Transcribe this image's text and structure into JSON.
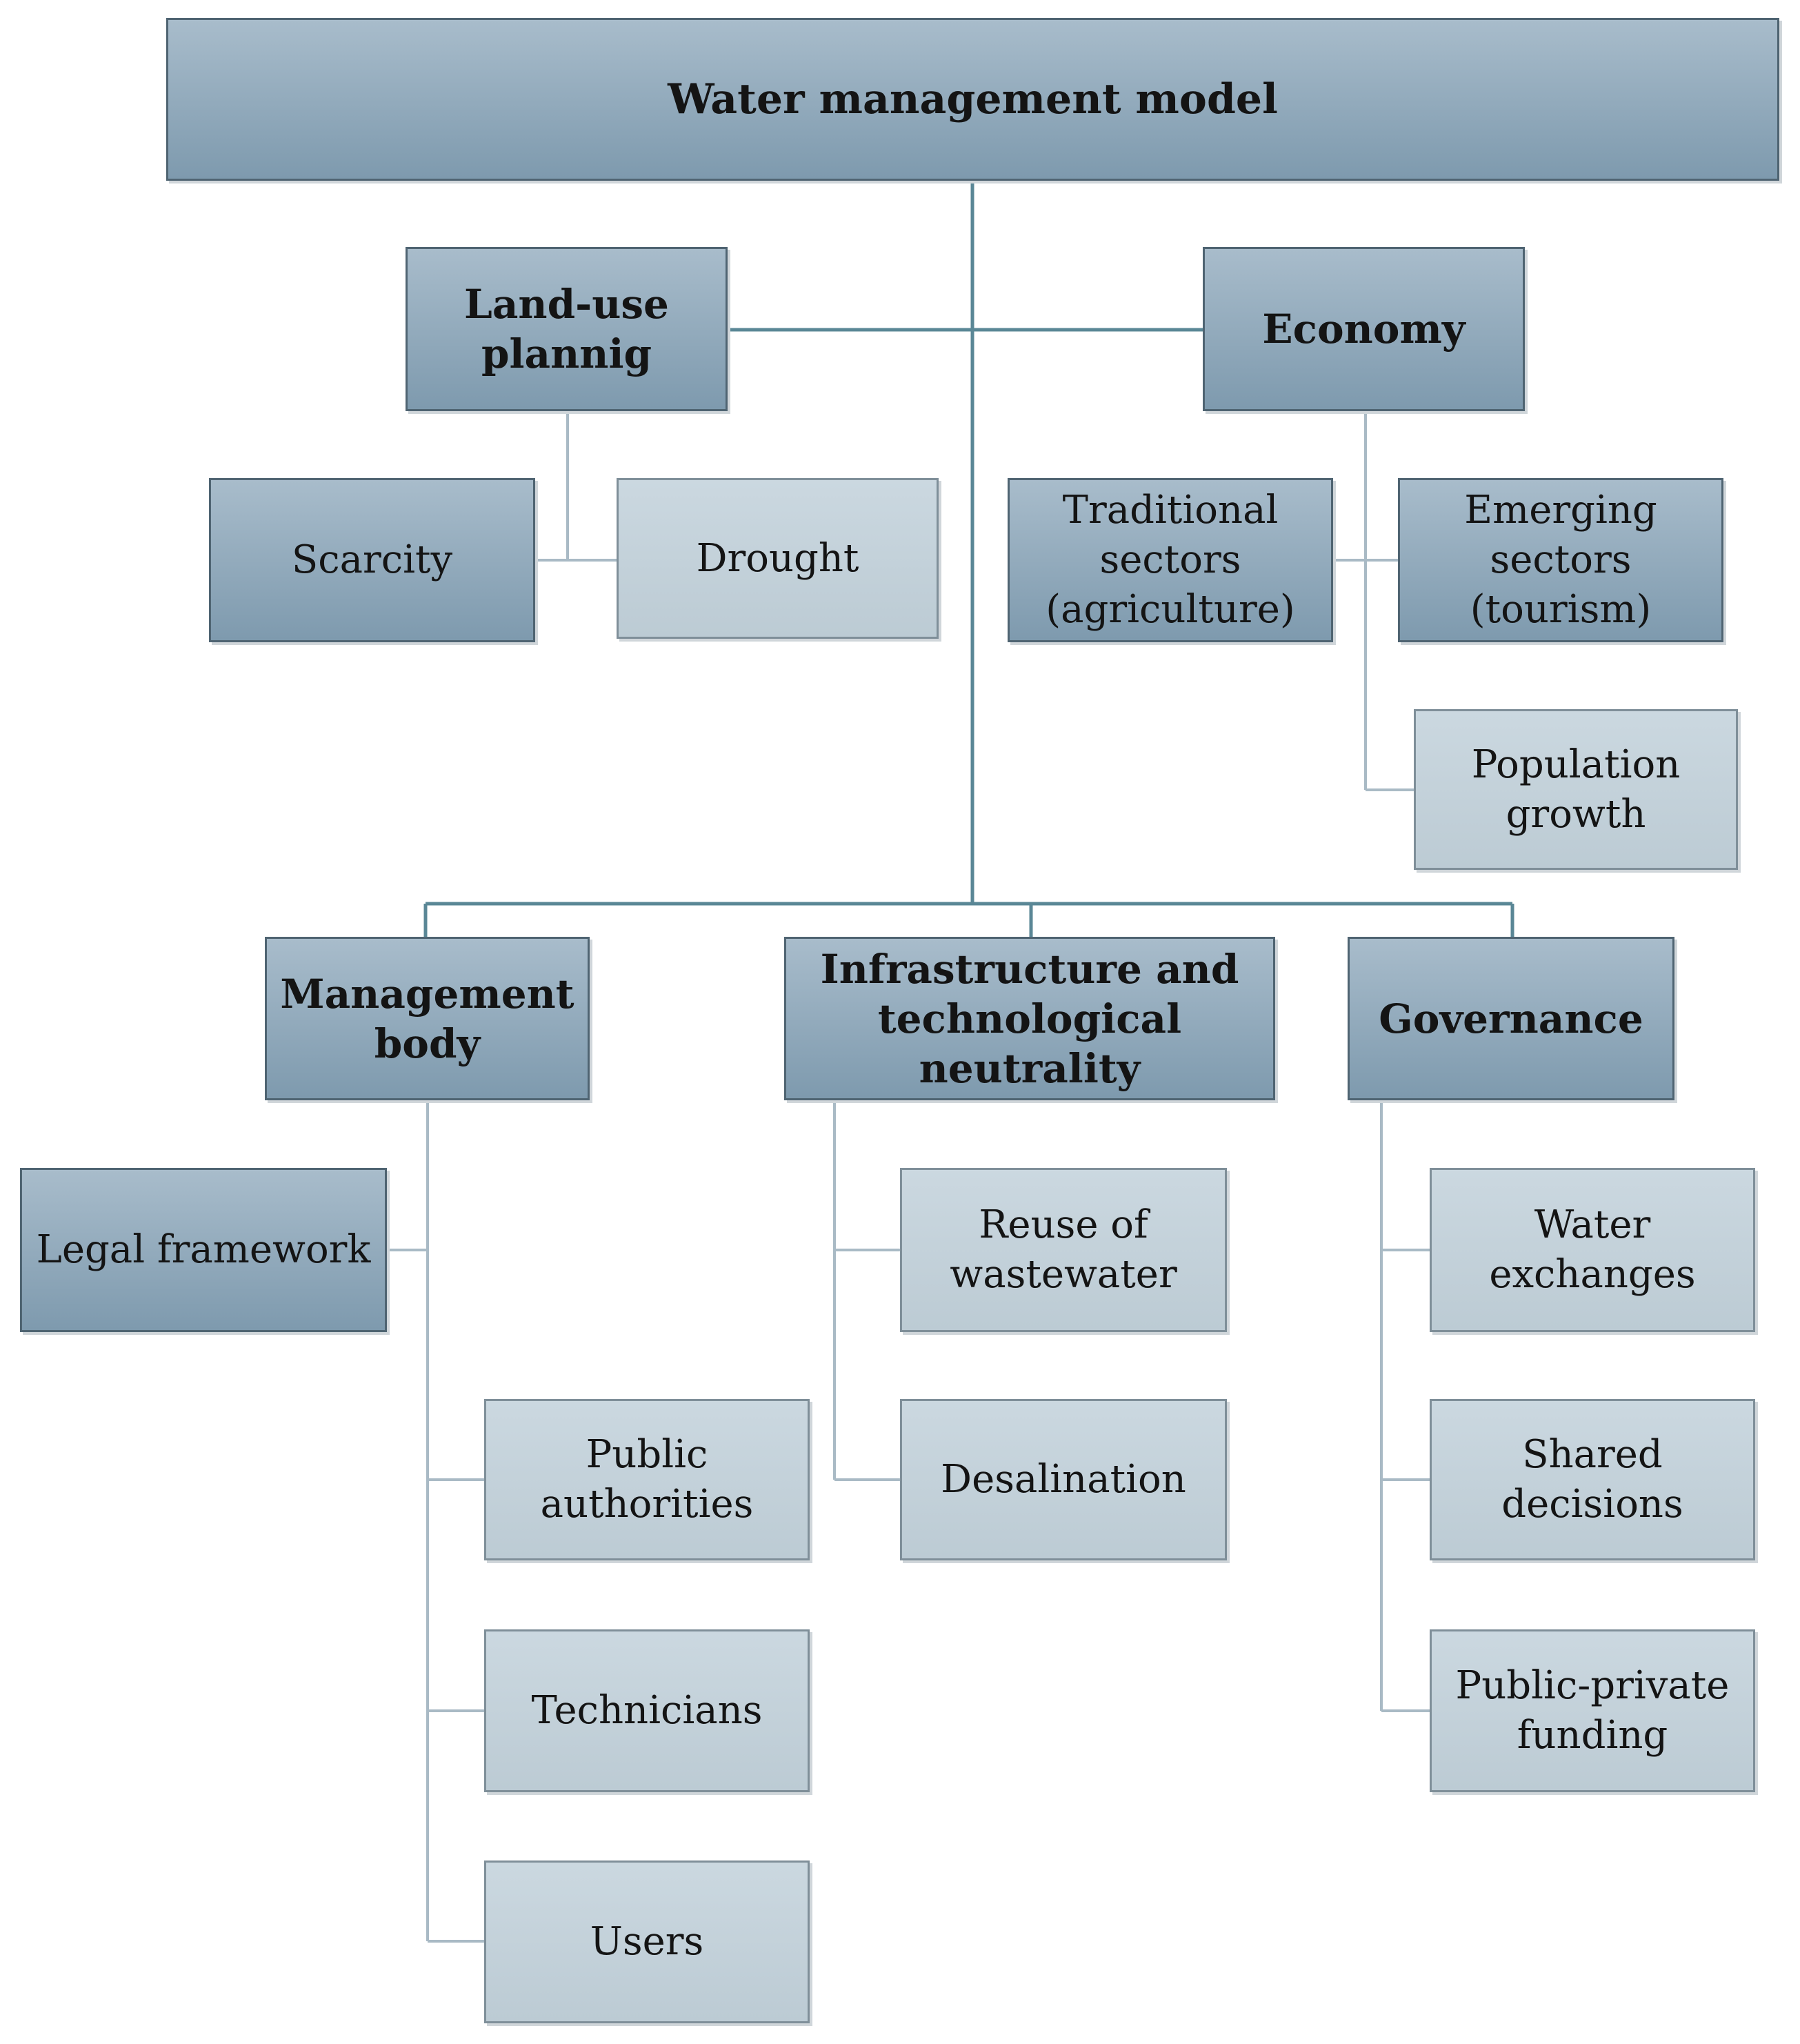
{
  "diagram": {
    "root": "Water management model",
    "branches": {
      "land_use": "Land-use\nplannig",
      "economy": "Economy",
      "management_body": "Management\nbody",
      "infrastructure": "Infrastructure and\ntechnological neutrality",
      "governance": "Governance"
    },
    "nodes": {
      "scarcity": "Scarcity",
      "drought": "Drought",
      "traditional_sectors": "Traditional\nsectors\n(agriculture)",
      "emerging_sectors": "Emerging sectors\n(tourism)",
      "population_growth": "Population\ngrowth",
      "legal_framework": "Legal framework",
      "public_authorities": "Public\nauthorities",
      "technicians": "Technicians",
      "users": "Users",
      "reuse_wastewater": "Reuse of\nwastewater",
      "desalination": "Desalination",
      "water_exchanges": "Water exchanges",
      "shared_decisions": "Shared decisions",
      "public_private_funding": "Public-private\nfunding"
    },
    "colors": {
      "dark_fill": "#8fa8ba",
      "light_fill": "#c4d2db",
      "main_connector": "#5a8796",
      "sub_connector": "#a9bac5"
    }
  }
}
